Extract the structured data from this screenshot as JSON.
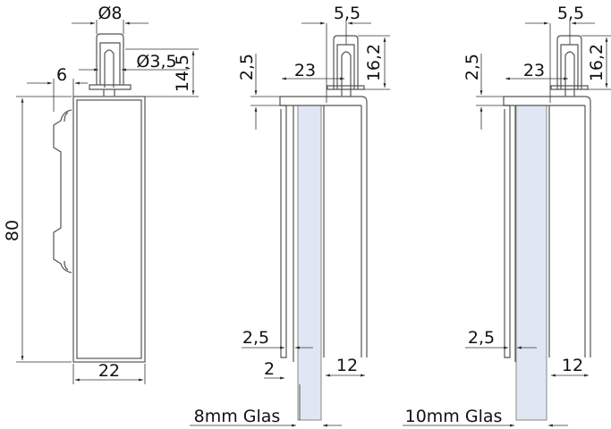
{
  "title": "Glass clamp technical drawing",
  "side_view": {
    "dia_outer": "Ø8",
    "dia_inner": "Ø3,5",
    "pin_height": "14,5",
    "offset": "6",
    "height": "80",
    "width": "22"
  },
  "view_8mm": {
    "cap_width": "5,5",
    "cap_height": "16,2",
    "top_thickness": "2,5",
    "depth": "23",
    "wall_gap": "2,5",
    "wall": "2",
    "inner": "12",
    "glass_label": "8mm Glas"
  },
  "view_10mm": {
    "cap_width": "5,5",
    "cap_height": "16,2",
    "top_thickness": "2,5",
    "depth": "23",
    "wall_gap": "2,5",
    "inner": "12",
    "glass_label": "10mm Glas"
  },
  "colors": {
    "glass": "#dfe8f2",
    "line": "#555555"
  }
}
